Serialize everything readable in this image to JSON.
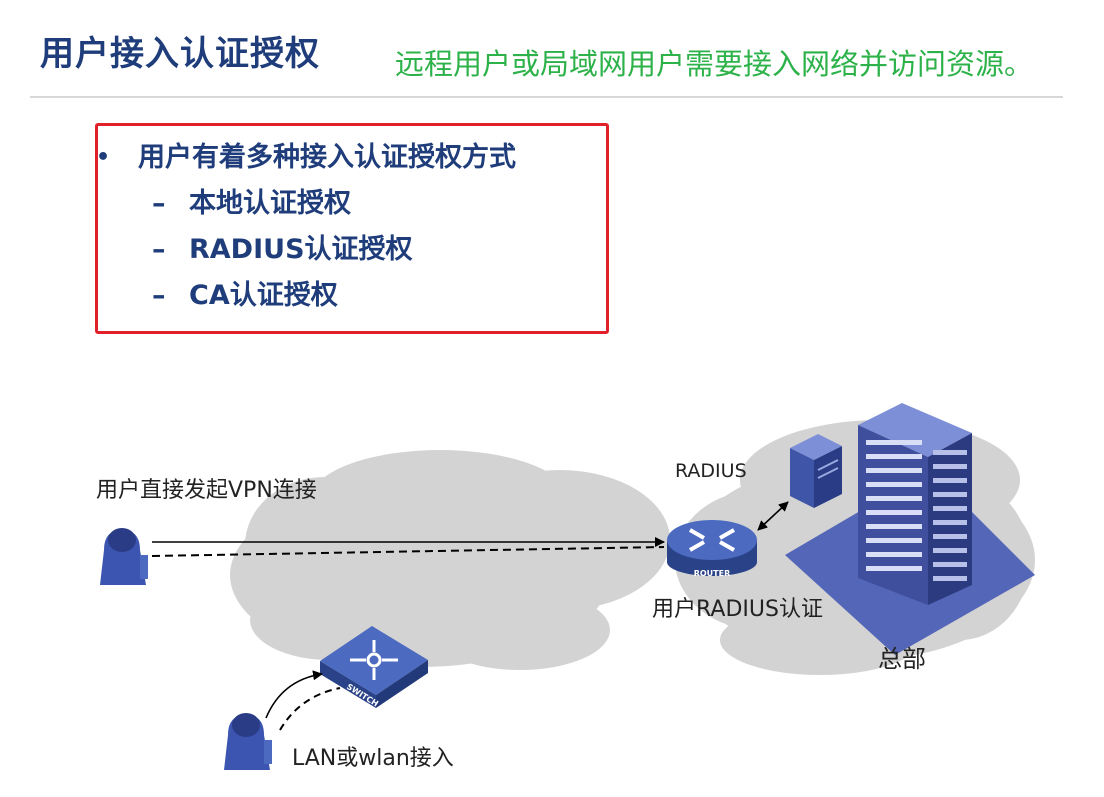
{
  "header": {
    "title": "用户接入认证授权",
    "subtitle": "远程用户或局域网用户需要接入网络并访问资源。"
  },
  "methods": {
    "bullet": "•",
    "heading": "用户有着多种接入认证授权方式",
    "dash": "–",
    "items": [
      "本地认证授权",
      "RADIUS认证授权",
      "CA认证授权"
    ]
  },
  "diagram": {
    "vpn_label": "用户直接发起VPN连接",
    "radius_label": "RADIUS",
    "router_text": "ROUTER",
    "router_caption": "用户RADIUS认证",
    "switch_text": "SWITCH",
    "lan_label": "LAN或wlan接入",
    "hq_label": "总部",
    "colors": {
      "device": "#3b5aa8",
      "device_dark": "#2a4288",
      "cloud": "#d3d3d3",
      "building": "#5466b8"
    }
  }
}
